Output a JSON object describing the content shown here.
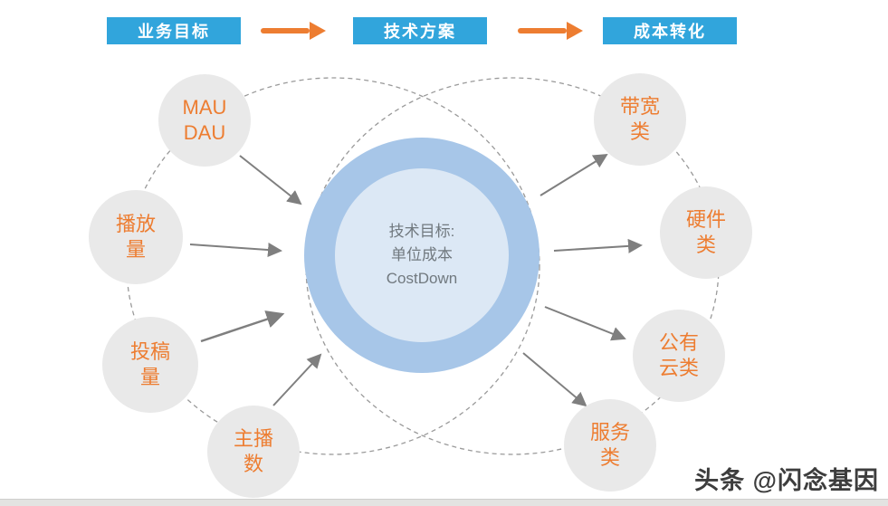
{
  "header": {
    "steps": [
      "业务目标",
      "技术方案",
      "成本转化"
    ]
  },
  "center_circle": {
    "lines": [
      "技术目标:",
      "单位成本",
      "CostDown"
    ]
  },
  "input_nodes": [
    {
      "id": "mau-dau",
      "lines": [
        "MAU",
        "DAU"
      ]
    },
    {
      "id": "play-volume",
      "lines": [
        "播放",
        "量"
      ]
    },
    {
      "id": "submission-volume",
      "lines": [
        "投稿",
        "量"
      ]
    },
    {
      "id": "anchor-count",
      "lines": [
        "主播",
        "数"
      ]
    }
  ],
  "output_nodes": [
    {
      "id": "bandwidth",
      "lines": [
        "带宽",
        "类"
      ]
    },
    {
      "id": "hardware",
      "lines": [
        "硬件",
        "类"
      ]
    },
    {
      "id": "public-cloud",
      "lines": [
        "公有",
        "云类"
      ]
    },
    {
      "id": "service",
      "lines": [
        "服务",
        "类"
      ]
    }
  ],
  "watermark": "头条 @闪念基因",
  "colors": {
    "step_box": "#31a5dc",
    "flow_arrow": "#ed7d31",
    "node_fill": "#e9e9e9",
    "node_text": "#ed7d31",
    "center_ring": "#a7c6e8",
    "center_fill": "#dce8f5",
    "center_text": "#71797f",
    "connector_arrow": "#7f7f7f",
    "dashed_ellipse": "#9a9a9a"
  }
}
